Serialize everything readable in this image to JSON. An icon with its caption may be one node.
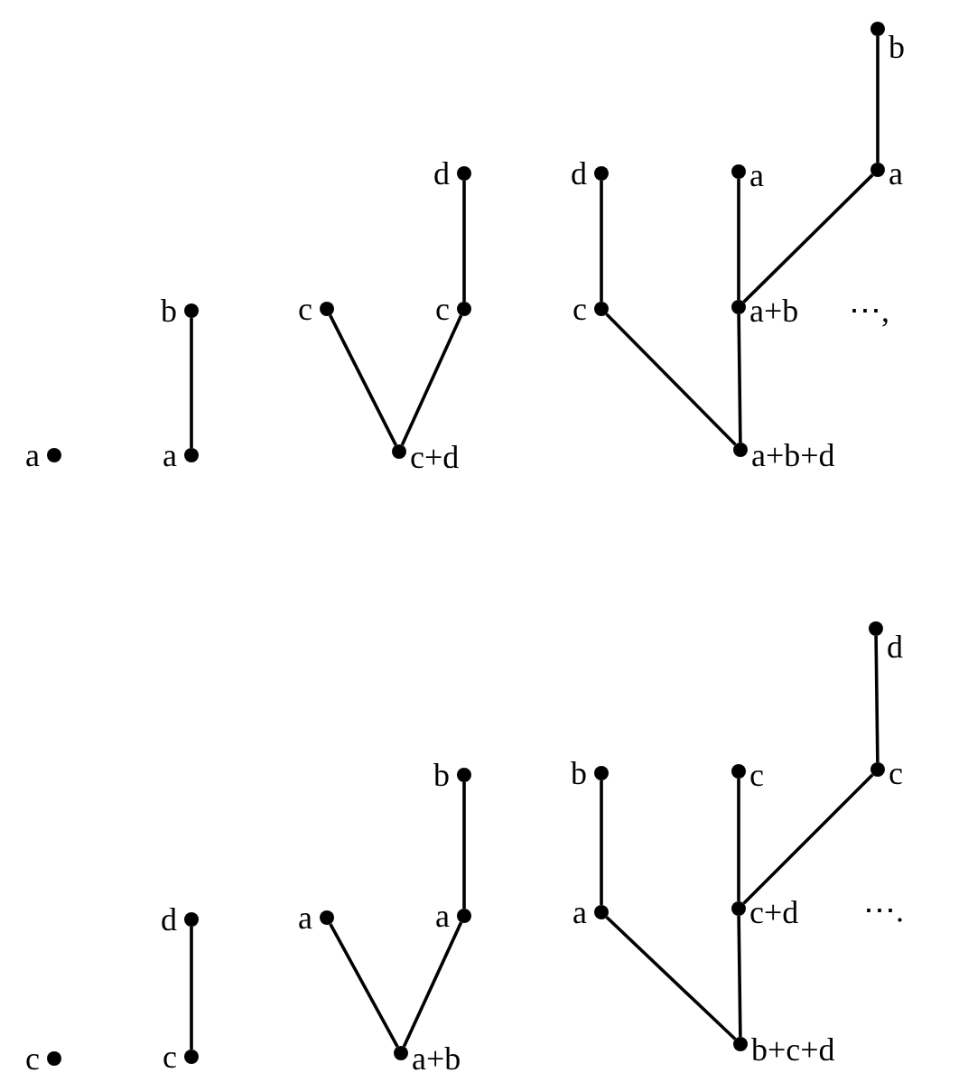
{
  "diagram": {
    "nodes": [
      {
        "text": [],
        "shape": "circle",
        "beside": [
          "a"
        ]
      },
      {
        "text": [],
        "shape": "circle",
        "beside": [
          "b"
        ]
      },
      {
        "text": [],
        "shape": "circle",
        "beside": [
          "a"
        ]
      },
      {
        "text": [],
        "shape": "circle",
        "beside": [
          "d"
        ]
      },
      {
        "text": [],
        "shape": "circle",
        "beside": [
          "c"
        ]
      },
      {
        "text": [],
        "shape": "circle",
        "beside": [
          "c"
        ]
      },
      {
        "text": [],
        "shape": "circle",
        "beside": [
          "c+d"
        ]
      },
      {
        "text": [],
        "shape": "circle",
        "beside": [
          "b"
        ]
      },
      {
        "text": [],
        "shape": "circle",
        "beside": [
          "d"
        ]
      },
      {
        "text": [],
        "shape": "circle",
        "beside": [
          "a"
        ]
      },
      {
        "text": [],
        "shape": "circle",
        "beside": [
          "a"
        ]
      },
      {
        "text": [],
        "shape": "circle",
        "beside": [
          "c"
        ]
      },
      {
        "text": [],
        "shape": "circle",
        "beside": [
          "a+b"
        ]
      },
      {
        "text": [],
        "shape": "circle",
        "beside": [
          "a+b+d"
        ]
      },
      {
        "text": [],
        "shape": "circle",
        "beside": [
          "c"
        ]
      },
      {
        "text": [],
        "shape": "circle",
        "beside": [
          "d"
        ]
      },
      {
        "text": [],
        "shape": "circle",
        "beside": [
          "c"
        ]
      },
      {
        "text": [],
        "shape": "circle",
        "beside": [
          "b"
        ]
      },
      {
        "text": [],
        "shape": "circle",
        "beside": [
          "a"
        ]
      },
      {
        "text": [],
        "shape": "circle",
        "beside": [
          "a"
        ]
      },
      {
        "text": [],
        "shape": "circle",
        "beside": [
          "a+b"
        ]
      },
      {
        "text": [],
        "shape": "circle",
        "beside": [
          "d"
        ]
      },
      {
        "text": [],
        "shape": "circle",
        "beside": [
          "b"
        ]
      },
      {
        "text": [],
        "shape": "circle",
        "beside": [
          "c"
        ]
      },
      {
        "text": [],
        "shape": "circle",
        "beside": [
          "c"
        ]
      },
      {
        "text": [],
        "shape": "circle",
        "beside": [
          "a"
        ]
      },
      {
        "text": [],
        "shape": "circle",
        "beside": [
          "c+d"
        ]
      },
      {
        "text": [],
        "shape": "circle",
        "beside": [
          "b+c+d"
        ]
      }
    ],
    "edges": [
      {
        "from": 1,
        "to": 2,
        "arrow": "none"
      },
      {
        "from": 4,
        "to": 6,
        "arrow": "none"
      },
      {
        "from": 5,
        "to": 6,
        "arrow": "none"
      },
      {
        "from": 3,
        "to": 5,
        "arrow": "none"
      },
      {
        "from": 7,
        "to": 10,
        "arrow": "none"
      },
      {
        "from": 8,
        "to": 11,
        "arrow": "none"
      },
      {
        "from": 9,
        "to": 12,
        "arrow": "none"
      },
      {
        "from": 10,
        "to": 12,
        "arrow": "none"
      },
      {
        "from": 11,
        "to": 13,
        "arrow": "none"
      },
      {
        "from": 12,
        "to": 13,
        "arrow": "none"
      },
      {
        "from": 15,
        "to": 16,
        "arrow": "none"
      },
      {
        "from": 18,
        "to": 20,
        "arrow": "none"
      },
      {
        "from": 19,
        "to": 20,
        "arrow": "none"
      },
      {
        "from": 17,
        "to": 19,
        "arrow": "none"
      },
      {
        "from": 21,
        "to": 24,
        "arrow": "none"
      },
      {
        "from": 22,
        "to": 25,
        "arrow": "none"
      },
      {
        "from": 23,
        "to": 26,
        "arrow": "none"
      },
      {
        "from": 24,
        "to": 26,
        "arrow": "none"
      },
      {
        "from": 25,
        "to": 27,
        "arrow": "none"
      },
      {
        "from": 26,
        "to": 27,
        "arrow": "none"
      }
    ],
    "labels": [
      "⋯,",
      "⋯."
    ]
  }
}
